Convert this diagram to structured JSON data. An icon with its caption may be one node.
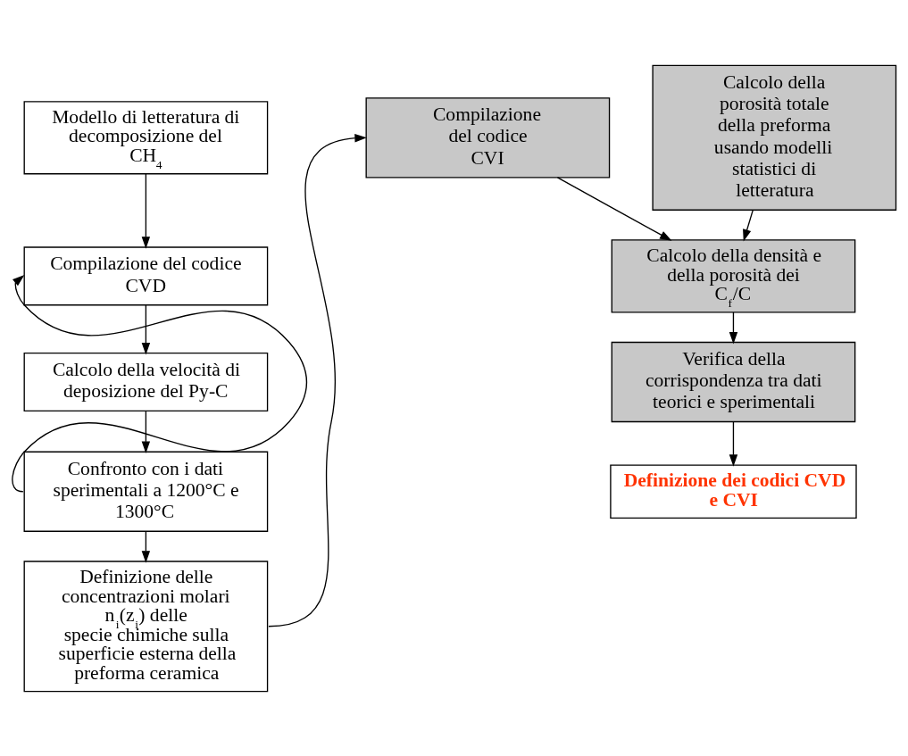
{
  "diagram": {
    "nodes": [
      {
        "text": [
          "Modello di letteratura di decomposizione del CH$_{4}$"
        ]
      },
      {
        "text": [
          "Compilazione del codice CVD"
        ]
      },
      {
        "text": [
          "Calcolo della velocità di deposizione del Py-C"
        ]
      },
      {
        "text": [
          "Confronto con i dati sperimentali a 1200°C e 1300°C"
        ]
      },
      {
        "text": [
          "Definizione delle concentrazioni molari n$_{i}$(z$_{i}$) delle specie chimiche sulla superficie esterna della preforma ceramica"
        ]
      },
      {
        "text": [
          "Compilazione del codice CVI"
        ]
      },
      {
        "text": [
          "Calcolo della porosità totale della preforma usando modelli statistici di letteratura"
        ]
      },
      {
        "text": [
          "Calcolo della densità e della porosità dei C$_{f}$/C"
        ]
      },
      {
        "text": [
          "Verifica della corrispondenza tra dati teorici e sperimentali"
        ]
      },
      {
        "text": [
          "Definizione dei codici CVD e CVI"
        ]
      }
    ],
    "edges": [
      {
        "from": 0,
        "to": 1,
        "arrow": "to"
      },
      {
        "from": 1,
        "to": 2,
        "arrow": "to"
      },
      {
        "from": 2,
        "to": 3,
        "arrow": "to"
      },
      {
        "from": 3,
        "to": 1,
        "arrow": "to"
      },
      {
        "from": 3,
        "to": 4,
        "arrow": "to"
      },
      {
        "from": 4,
        "to": 5,
        "arrow": "to"
      },
      {
        "from": 5,
        "to": 7,
        "arrow": "to"
      },
      {
        "from": 6,
        "to": 7,
        "arrow": "to"
      },
      {
        "from": 7,
        "to": 8,
        "arrow": "to"
      },
      {
        "from": 8,
        "to": 9,
        "arrow": "to"
      }
    ]
  }
}
